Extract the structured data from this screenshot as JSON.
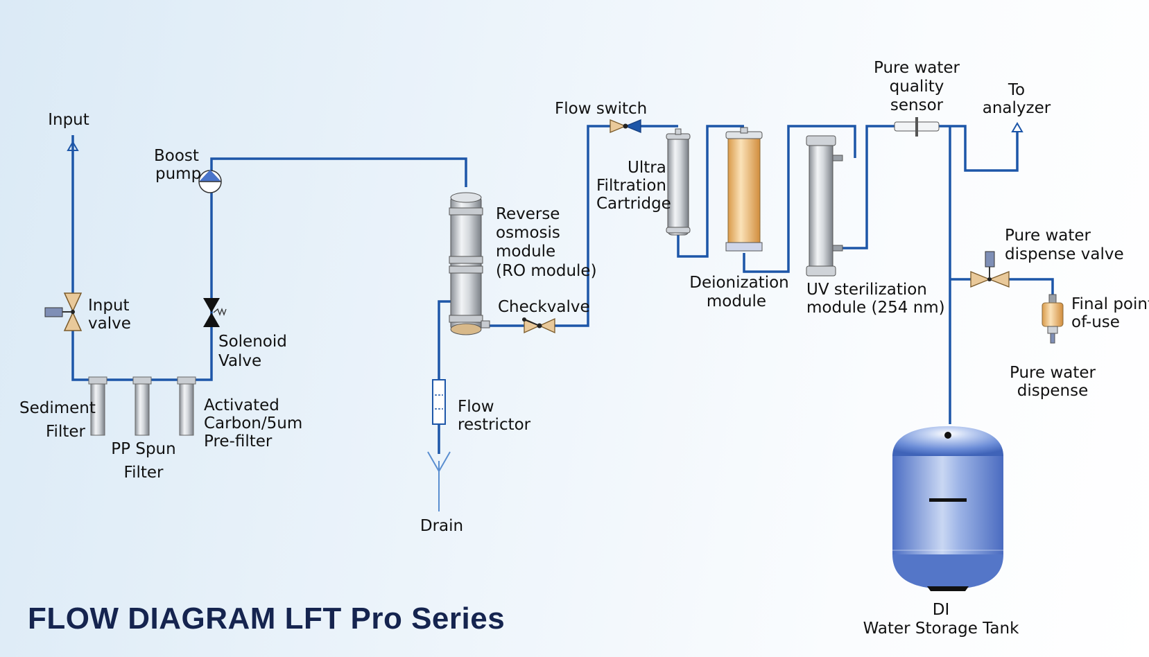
{
  "title": "FLOW DIAGRAM LFT Pro Series",
  "labels": {
    "input": "Input",
    "input_valve": [
      "Input",
      "valve"
    ],
    "boost_pump": [
      "Boost",
      "pump"
    ],
    "solenoid_valve": [
      "Solenoid",
      "Valve"
    ],
    "sediment_filter": [
      "Sediment",
      "Filter"
    ],
    "pp_spun_filter": [
      "PP Spun",
      "Filter"
    ],
    "carbon_prefilter": [
      "Activated",
      "Carbon/5um",
      "Pre-filter"
    ],
    "ro_module": [
      "Reverse",
      "osmosis",
      "module",
      "(RO module)"
    ],
    "checkvalve": "Checkvalve",
    "flow_restrictor": [
      "Flow",
      "restrictor"
    ],
    "drain": "Drain",
    "flow_switch": "Flow switch",
    "ultra_filtration": [
      "Ultra",
      "Filtration",
      "Cartridge"
    ],
    "deionization": [
      "Deionization",
      "module"
    ],
    "uv_sterilization": [
      "UV sterilization",
      "module (254 nm)"
    ],
    "quality_sensor": [
      "Pure water",
      "quality",
      "sensor"
    ],
    "to_analyzer": [
      "To",
      "analyzer"
    ],
    "dispense_valve": [
      "Pure water",
      "dispense  valve"
    ],
    "final_point": [
      "Final  point-",
      "of-use"
    ],
    "pure_dispense": [
      "Pure water",
      "dispense"
    ],
    "storage_tank": [
      "DI",
      "Water Storage Tank"
    ]
  },
  "colors": {
    "pipe": "#1d56a8",
    "valve": "#e9c99a",
    "title": "#15244f",
    "tank": "#6f90d8",
    "di_resin": "#f1c27a"
  },
  "icons": [
    "triangle-valve-icon",
    "pump-icon",
    "filter-cartridge-icon",
    "tank-icon",
    "drain-funnel-icon"
  ]
}
